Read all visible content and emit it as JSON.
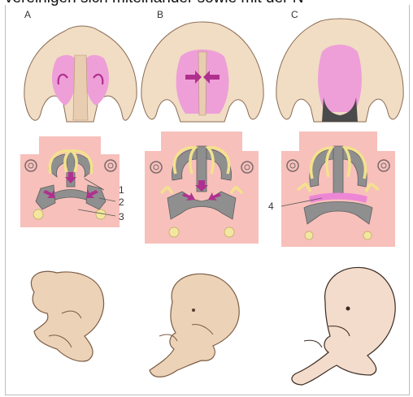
{
  "caption_fragment": "vereinigen sich miteinander sowie mit der N",
  "panel_labels": [
    "A",
    "B",
    "C"
  ],
  "callout_labels": [
    "1",
    "2",
    "3",
    "4"
  ]
}
